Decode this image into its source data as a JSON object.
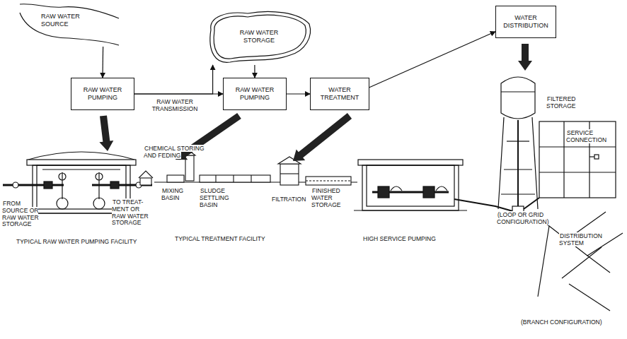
{
  "diagram": {
    "nodes": [
      {
        "text": [
          "RAW WATER SOURCE"
        ]
      },
      {
        "text": [
          "RAW WATER PUMPING"
        ]
      },
      {
        "text": [
          "RAW WATER STORAGE"
        ]
      },
      {
        "text": [
          "RAW WATER PUMPING"
        ]
      },
      {
        "text": [
          "WATER TREATMENT"
        ]
      },
      {
        "text": [
          "WATER DISTRIBUTION"
        ]
      }
    ],
    "edges": [
      {
        "from": 0,
        "to": 1,
        "arrow": "to"
      },
      {
        "from": 1,
        "to": 3,
        "label": "RAW WATER TRANSMISSION",
        "arrow": "to"
      },
      {
        "from": 1,
        "to": 2,
        "arrow": "to"
      },
      {
        "from": 2,
        "to": 3,
        "arrow": "to"
      },
      {
        "from": 3,
        "to": 4,
        "arrow": "to"
      },
      {
        "from": 4,
        "to": 5,
        "arrow": "to"
      }
    ],
    "labels": [
      "CHEMICAL STORING AND FEDING",
      "FROM SOURCE OR RAW WATER STORAGE",
      "TO TREAT- MENT OR RAW WATER STORAGE",
      "TYPICAL RAW WATER PUMPING FACILITY",
      "MIXING BASIN",
      "SLUDGE SETTLING BASIN",
      "FILTRATION",
      "FINISHED WATER STORAGE",
      "TYPICAL TREATMENT FACILITY",
      "HIGH SERVICE PUMPING",
      "FILTERED STORAGE",
      "SERVICE CONNECTION",
      "(LOOP OR GRID CONFIGURATION)",
      "DISTRIBUTION SYSTEM",
      "(BRANCH CONFIGURATION)"
    ]
  }
}
